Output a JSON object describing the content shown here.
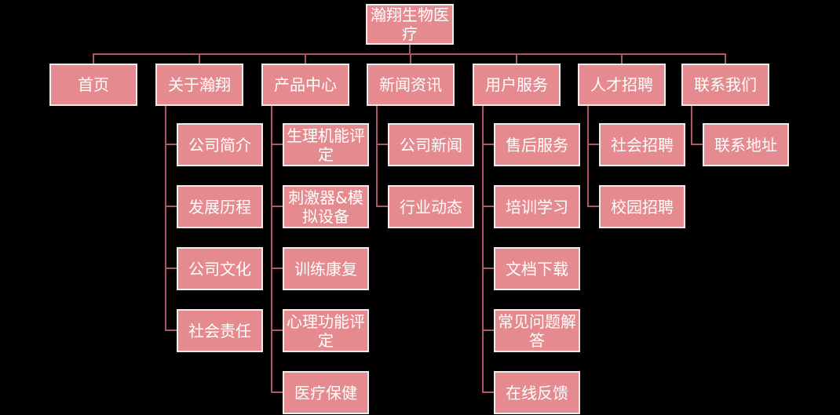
{
  "colors": {
    "background": "#000000",
    "node_fill": "#e58a8e",
    "node_border": "#f5eaea",
    "connector": "#b25864",
    "text": "#ffffff"
  },
  "tree": {
    "root": {
      "label": "瀚翔生物医疗"
    },
    "level1": [
      {
        "label": "首页",
        "children": []
      },
      {
        "label": "关于瀚翔",
        "children": [
          {
            "label": "公司简介"
          },
          {
            "label": "发展历程"
          },
          {
            "label": "公司文化"
          },
          {
            "label": "社会责任"
          }
        ]
      },
      {
        "label": "产品中心",
        "children": [
          {
            "label": "生理机能评定"
          },
          {
            "label": "刺激器&模拟设备"
          },
          {
            "label": "训练康复"
          },
          {
            "label": "心理功能评定"
          },
          {
            "label": "医疗保健"
          }
        ]
      },
      {
        "label": "新闻资讯",
        "children": [
          {
            "label": "公司新闻"
          },
          {
            "label": "行业动态"
          }
        ]
      },
      {
        "label": "用户服务",
        "children": [
          {
            "label": "售后服务"
          },
          {
            "label": "培训学习"
          },
          {
            "label": "文档下载"
          },
          {
            "label": "常见问题解答"
          },
          {
            "label": "在线反馈"
          }
        ]
      },
      {
        "label": "人才招聘",
        "children": [
          {
            "label": "社会招聘"
          },
          {
            "label": "校园招聘"
          }
        ]
      },
      {
        "label": "联系我们",
        "children": [
          {
            "label": "联系地址"
          }
        ]
      }
    ]
  }
}
